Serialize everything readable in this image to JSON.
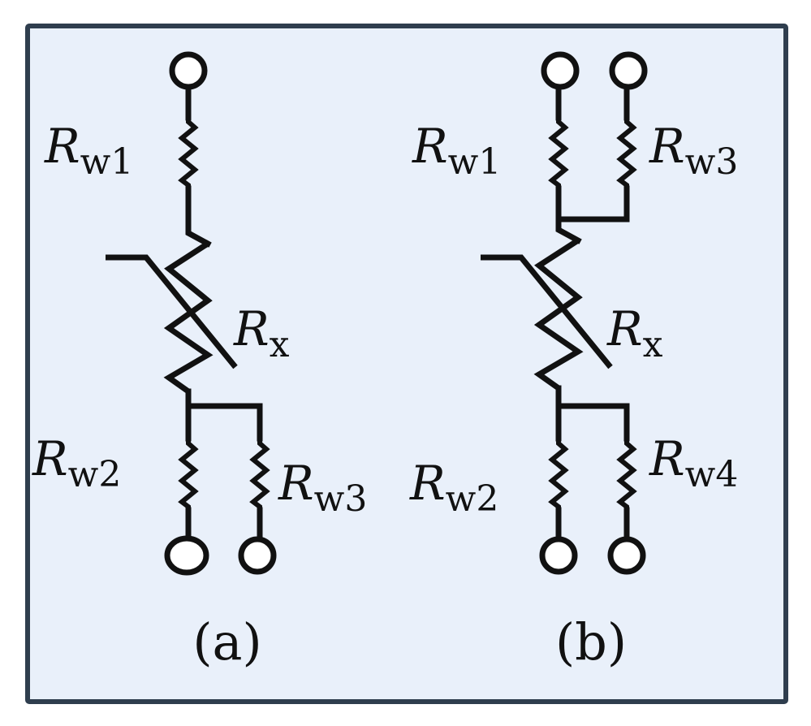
{
  "colors": {
    "panel_fill": "#E9F0FA",
    "panel_border": "#2F3E4E",
    "ink": "#111111"
  },
  "circuit_a": {
    "caption": "(a)",
    "labels": {
      "rw1": {
        "R": "R",
        "sub": "w1"
      },
      "rx": {
        "R": "R",
        "sub": "x"
      },
      "rw2": {
        "R": "R",
        "sub": "w2"
      },
      "rw3": {
        "R": "R",
        "sub": "w3"
      }
    }
  },
  "circuit_b": {
    "caption": "(b)",
    "labels": {
      "rw1": {
        "R": "R",
        "sub": "w1"
      },
      "rw3": {
        "R": "R",
        "sub": "w3"
      },
      "rx": {
        "R": "R",
        "sub": "x"
      },
      "rw2": {
        "R": "R",
        "sub": "w2"
      },
      "rw4": {
        "R": "R",
        "sub": "w4"
      }
    }
  }
}
